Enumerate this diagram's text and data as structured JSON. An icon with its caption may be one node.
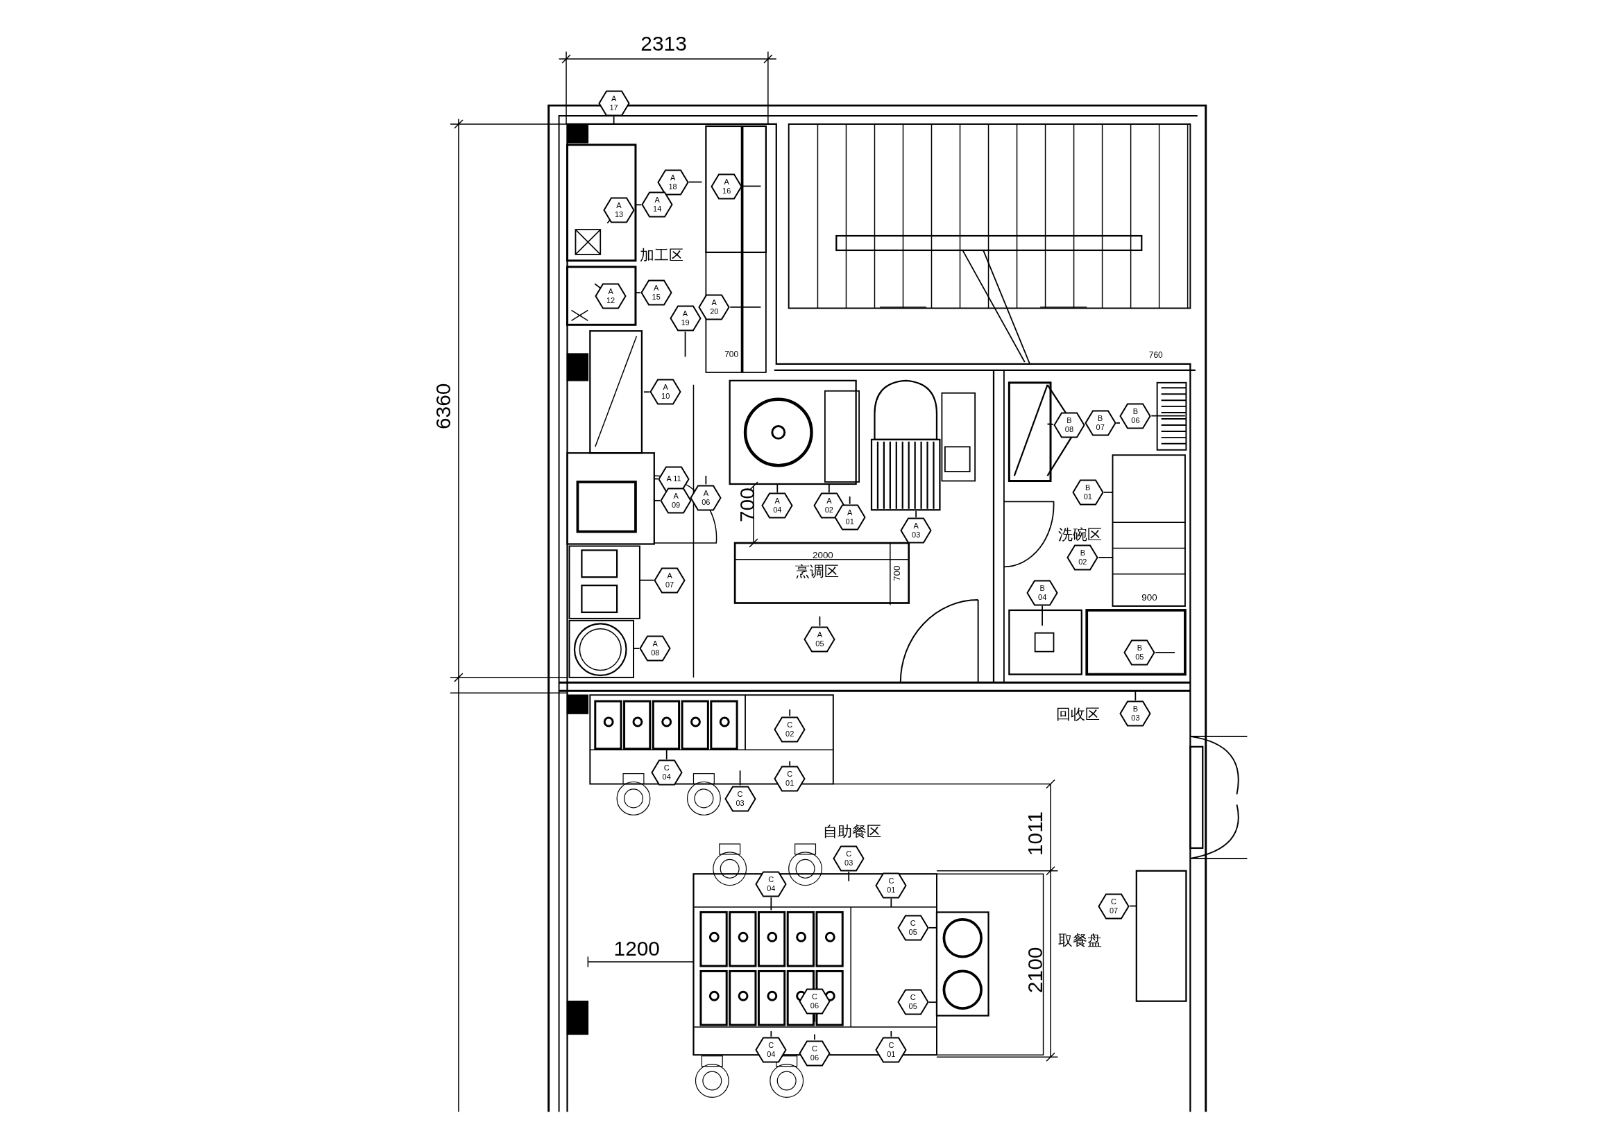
{
  "diagram": {
    "nodes": [
      {
        "text": [
          "A 17"
        ]
      },
      {
        "text": [
          "A 18"
        ]
      },
      {
        "text": [
          "A 16"
        ]
      },
      {
        "text": [
          "A 14"
        ]
      },
      {
        "text": [
          "A 13"
        ]
      },
      {
        "text": [
          "A 15"
        ]
      },
      {
        "text": [
          "A 12"
        ]
      },
      {
        "text": [
          "A 19"
        ]
      },
      {
        "text": [
          "A 20"
        ]
      },
      {
        "text": [
          "A 10"
        ]
      },
      {
        "text": [
          "A 11"
        ]
      },
      {
        "text": [
          "A 09"
        ]
      },
      {
        "text": [
          "A 06"
        ]
      },
      {
        "text": [
          "A 04"
        ]
      },
      {
        "text": [
          "A 02"
        ]
      },
      {
        "text": [
          "A 01"
        ]
      },
      {
        "text": [
          "A 03"
        ]
      },
      {
        "text": [
          "A 07"
        ]
      },
      {
        "text": [
          "A 08"
        ]
      },
      {
        "text": [
          "A 05"
        ]
      },
      {
        "text": [
          "B 07"
        ]
      },
      {
        "text": [
          "B 06"
        ]
      },
      {
        "text": [
          "B 08"
        ]
      },
      {
        "text": [
          "B 01"
        ]
      },
      {
        "text": [
          "B 02"
        ]
      },
      {
        "text": [
          "B 04"
        ]
      },
      {
        "text": [
          "B 05"
        ]
      },
      {
        "text": [
          "B 03"
        ]
      },
      {
        "text": [
          "C 02"
        ]
      },
      {
        "text": [
          "C 04"
        ]
      },
      {
        "text": [
          "C 01"
        ]
      },
      {
        "text": [
          "C 03"
        ]
      },
      {
        "text": [
          "C 03"
        ]
      },
      {
        "text": [
          "C 04"
        ]
      },
      {
        "text": [
          "C 01"
        ]
      },
      {
        "text": [
          "C 05"
        ]
      },
      {
        "text": [
          "C 06"
        ]
      },
      {
        "text": [
          "C 05"
        ]
      },
      {
        "text": [
          "C 04"
        ]
      },
      {
        "text": [
          "C 06"
        ]
      },
      {
        "text": [
          "C 01"
        ]
      },
      {
        "text": [
          "C 07"
        ]
      }
    ],
    "edges": [
      {
        "from": 0,
        "to": null,
        "arrow": "none"
      },
      {
        "from": 1,
        "to": null,
        "arrow": "none"
      },
      {
        "from": 2,
        "to": null,
        "arrow": "none"
      },
      {
        "from": 3,
        "to": null,
        "arrow": "none"
      },
      {
        "from": 4,
        "to": null,
        "arrow": "none"
      },
      {
        "from": 5,
        "to": null,
        "arrow": "none"
      },
      {
        "from": 6,
        "to": null,
        "arrow": "none"
      },
      {
        "from": 7,
        "to": null,
        "arrow": "none"
      },
      {
        "from": 8,
        "to": null,
        "arrow": "none"
      },
      {
        "from": 9,
        "to": null,
        "arrow": "none"
      },
      {
        "from": 10,
        "to": null,
        "arrow": "none"
      },
      {
        "from": 11,
        "to": null,
        "arrow": "none"
      },
      {
        "from": 12,
        "to": null,
        "arrow": "none"
      },
      {
        "from": 13,
        "to": null,
        "arrow": "none"
      },
      {
        "from": 14,
        "to": null,
        "arrow": "none"
      },
      {
        "from": 15,
        "to": null,
        "arrow": "none"
      },
      {
        "from": 16,
        "to": null,
        "arrow": "none"
      },
      {
        "from": 17,
        "to": null,
        "arrow": "none"
      },
      {
        "from": 18,
        "to": null,
        "arrow": "none"
      },
      {
        "from": 19,
        "to": null,
        "arrow": "none"
      },
      {
        "from": 20,
        "to": null,
        "arrow": "none"
      },
      {
        "from": 21,
        "to": null,
        "arrow": "none"
      },
      {
        "from": 22,
        "to": null,
        "arrow": "none"
      },
      {
        "from": 23,
        "to": null,
        "arrow": "none"
      },
      {
        "from": 24,
        "to": null,
        "arrow": "none"
      },
      {
        "from": 25,
        "to": null,
        "arrow": "none"
      },
      {
        "from": 26,
        "to": null,
        "arrow": "none"
      },
      {
        "from": 27,
        "to": null,
        "arrow": "none"
      },
      {
        "from": 28,
        "to": null,
        "arrow": "none"
      },
      {
        "from": 29,
        "to": null,
        "arrow": "none"
      },
      {
        "from": 30,
        "to": null,
        "arrow": "none"
      },
      {
        "from": 31,
        "to": null,
        "arrow": "none"
      },
      {
        "from": 32,
        "to": null,
        "arrow": "none"
      },
      {
        "from": 33,
        "to": null,
        "arrow": "none"
      },
      {
        "from": 34,
        "to": null,
        "arrow": "none"
      },
      {
        "from": 35,
        "to": null,
        "arrow": "none"
      },
      {
        "from": 36,
        "to": null,
        "arrow": "none"
      },
      {
        "from": 37,
        "to": null,
        "arrow": "none"
      },
      {
        "from": 38,
        "to": null,
        "arrow": "none"
      },
      {
        "from": 39,
        "to": null,
        "arrow": "none"
      },
      {
        "from": 40,
        "to": null,
        "arrow": "none"
      },
      {
        "from": 41,
        "to": null,
        "arrow": "none"
      }
    ],
    "labels": [
      "2313",
      "6360",
      "加工区",
      "700",
      "760",
      "700",
      "2000",
      "烹调区",
      "700",
      "洗碗区",
      "900",
      "回收区",
      "自助餐区",
      "1011",
      "1200",
      "2100",
      "取餐盘"
    ]
  }
}
